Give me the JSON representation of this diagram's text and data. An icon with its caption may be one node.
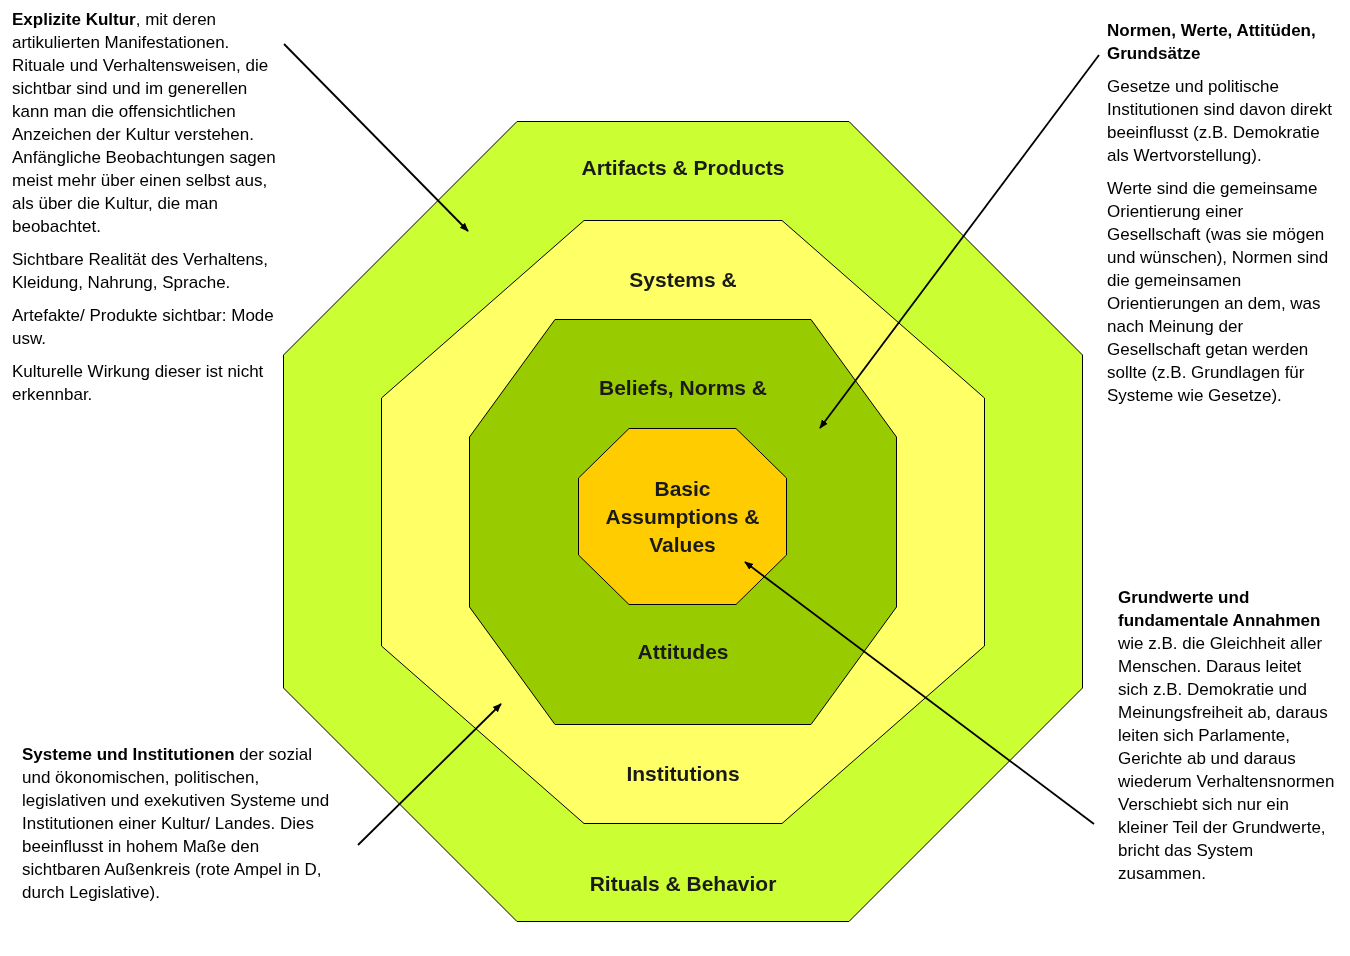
{
  "diagram": {
    "nodes": [
      {
        "text": [
          "Artifacts & Products",
          "Rituals & Behavior"
        ]
      },
      {
        "text": [
          "Systems &",
          "Institutions"
        ],
        "in": 0
      },
      {
        "text": [
          "Beliefs, Norms &",
          "Attitudes"
        ],
        "in": 1
      },
      {
        "text": [
          "Basic Assumptions & Values"
        ],
        "in": 2
      },
      {
        "text": [
          "**Explizite Kultur**, mit deren artikulierten Manifestationen. Rituale und Verhaltensweisen, die sichtbar sind und im generellen kann man die offensichtlichen Anzeichen der Kultur verstehen. Anfängliche Beobachtungen sagen meist mehr über einen selbst aus, als über die Kultur, die man beobachtet.",
          "Sichtbare Realität des Verhaltens, Kleidung, Nahrung, Sprache.",
          "Artefakte/ Produkte sichtbar: Mode usw.",
          "Kulturelle Wirkung dieser ist nicht erkennbar."
        ]
      },
      {
        "text": [
          "Normen, Werte, Attitüden, Grundsätze",
          "Gesetze und politische Institutionen sind davon direkt beeinflusst (z.B. Demokratie  als Wertvorstellung).",
          "Werte sind die gemeinsame Orientierung einer Gesellschaft (was sie mögen und wünschen), Normen sind die gemeinsamen Orientierungen an dem, was nach Meinung der Gesellschaft getan werden sollte (z.B. Grundlagen für Systeme wie Gesetze)."
        ]
      },
      {
        "text": [
          "**Systeme und Institutionen** der sozial und ökonomischen, politischen, legislativen und exekutiven Systeme und Institutionen einer Kultur/ Landes. Dies beeinflusst in hohem Maße den sichtbaren Außenkreis (rote Ampel in D, durch Legislative)."
        ]
      },
      {
        "text": [
          "**Grundwerte und fundamentale Annahmen** wie z.B. die Gleichheit aller Menschen. Daraus leitet sich z.B. Demokratie und Meinungsfreiheit ab, daraus leiten sich Parlamente, Gerichte ab und daraus wiederum Verhaltensnormen Verschiebt sich nur ein kleiner Teil der Grundwerte, bricht das System zusammen."
        ]
      }
    ],
    "edges": [
      {
        "from": 4,
        "to": 0,
        "arrow": "to"
      },
      {
        "from": 5,
        "to": 2,
        "arrow": "to"
      },
      {
        "from": 6,
        "to": 1,
        "arrow": "to"
      },
      {
        "from": 7,
        "to": 3,
        "arrow": "to"
      }
    ]
  }
}
